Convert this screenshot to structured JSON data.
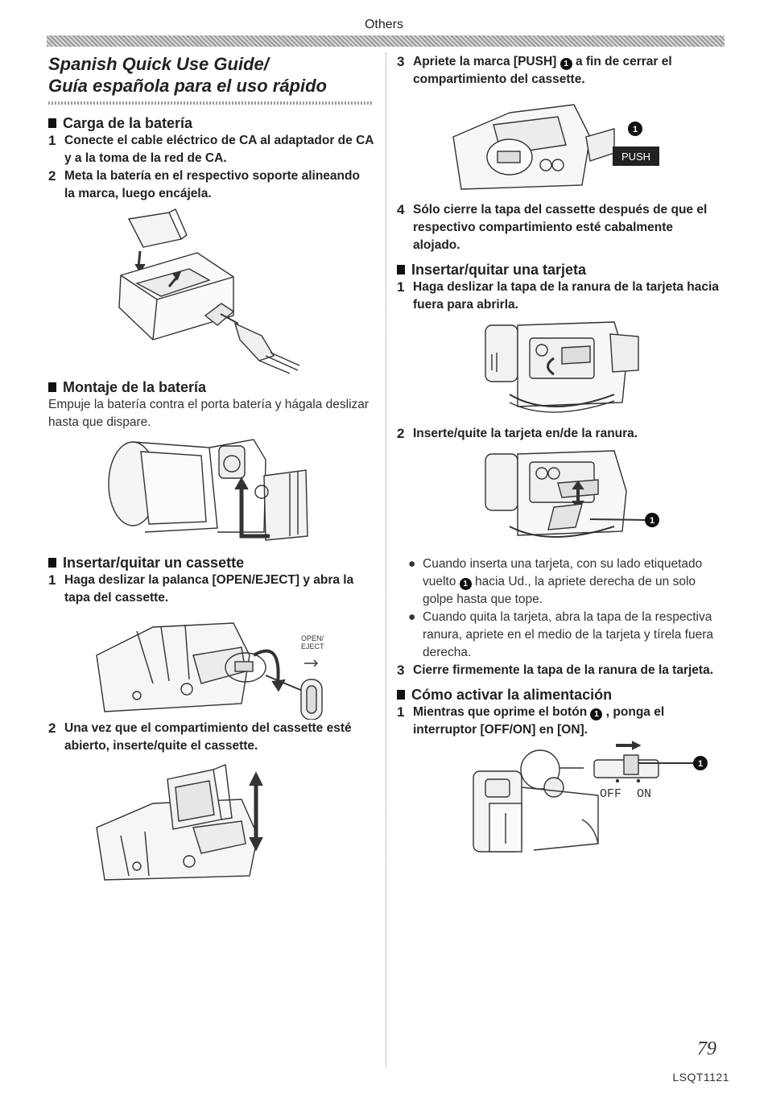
{
  "header": {
    "label": "Others"
  },
  "title": {
    "line1": "Spanish Quick Use Guide/",
    "line2": "Guía española para el uso rápido"
  },
  "left": {
    "carga": {
      "heading": "Carga de la batería",
      "step1_num": "1",
      "step1": "Conecte el cable eléctrico de CA al adaptador de CA y a la toma de la red de CA.",
      "step2_num": "2",
      "step2": "Meta la batería en el respectivo soporte alineando la marca, luego encájela."
    },
    "montaje": {
      "heading": "Montaje de la batería",
      "body": "Empuje la batería contra el porta batería y hágala deslizar hasta que dispare."
    },
    "cassette": {
      "heading": "Insertar/quitar un cassette",
      "step1_num": "1",
      "step1": "Haga deslizar la palanca [OPEN/EJECT] y abra la tapa del cassette.",
      "eject_label_1": "OPEN/",
      "eject_label_2": "EJECT",
      "step2_num": "2",
      "step2": "Una vez que el compartimiento del cassette esté abierto, inserte/quite el cassette."
    }
  },
  "right": {
    "step3_num": "3",
    "step3_a": "Apriete la marca [PUSH]",
    "step3_b": "a fin de cerrar el compartimiento del cassette.",
    "push_label": "PUSH",
    "callout_1": "1",
    "step4_num": "4",
    "step4": "Sólo cierre la tapa del cassette después de que el respectivo compartimiento esté cabalmente alojado.",
    "tarjeta": {
      "heading": "Insertar/quitar una tarjeta",
      "step1_num": "1",
      "step1": "Haga deslizar la tapa de la ranura de la tarjeta hacia fuera para abrirla.",
      "step2_num": "2",
      "step2": "Inserte/quite la tarjeta en/de la ranura.",
      "bullet1_a": "Cuando inserta una tarjeta, con su lado etiquetado vuelto",
      "bullet1_b": "hacia Ud., la apriete derecha de un solo golpe hasta que tope.",
      "bullet2": "Cuando quita la tarjeta, abra la tapa de la respectiva ranura, apriete en el medio de la tarjeta y tírela fuera derecha.",
      "step3_num": "3",
      "step3": "Cierre firmemente la tapa de la ranura de la tarjeta."
    },
    "alimentacion": {
      "heading": "Cómo activar la alimentación",
      "step1_num": "1",
      "step1_a": "Mientras que oprime el botón",
      "step1_b": ", ponga el interruptor [OFF/ON] en [ON].",
      "off_label": "OFF",
      "on_label": "ON"
    }
  },
  "footer": {
    "page_number": "79",
    "code": "LSQT1121"
  }
}
